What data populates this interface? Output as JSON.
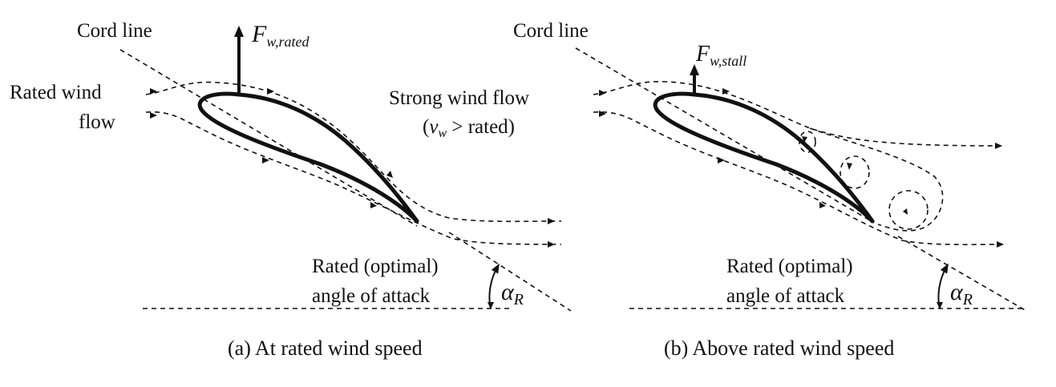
{
  "panel_a": {
    "cord_label": "Cord line",
    "force_main": "F",
    "force_sub": "w,rated",
    "flow_line1": "Rated wind",
    "flow_line2": "flow",
    "angle_line1": "Rated (optimal)",
    "angle_line2": "angle of attack",
    "alpha_main": "α",
    "alpha_sub": "R",
    "caption": "(a) At rated wind speed"
  },
  "panel_b": {
    "cord_label": "Cord line",
    "force_main": "F",
    "force_sub": "w,stall",
    "flow_line1": "Strong wind flow",
    "flow_line2_open": "(",
    "flow_v": "v",
    "flow_v_sub": "w",
    "flow_line2_rest": " > rated)",
    "angle_line1": "Rated (optimal)",
    "angle_line2": "angle of attack",
    "alpha_main": "α",
    "alpha_sub": "R",
    "caption": "(b) Above rated wind speed"
  }
}
